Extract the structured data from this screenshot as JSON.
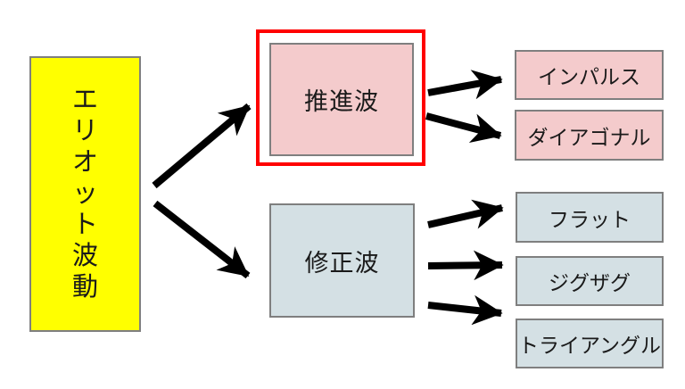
{
  "diagram": {
    "type": "flow-diagram",
    "background": "#ffffff",
    "nodes": {
      "root": {
        "label": "エリオット波動",
        "chars": [
          "エ",
          "リ",
          "オ",
          "ッ",
          "ト",
          "波",
          "動"
        ],
        "fill": "#ffff00",
        "border": "#7f7f7f"
      },
      "impulse_wave": {
        "label": "推進波",
        "fill": "#f4cbcc",
        "border": "#7f7f7f",
        "highlight_border": "#ff0000",
        "highlighted": true
      },
      "corrective_wave": {
        "label": "修正波",
        "fill": "#d4e0e4",
        "border": "#7f7f7f"
      },
      "impulse": {
        "label": "インパルス",
        "fill": "#f4cbcc",
        "border": "#7f7f7f"
      },
      "diagonal": {
        "label": "ダイアゴナル",
        "fill": "#f4cbcc",
        "border": "#7f7f7f"
      },
      "flat": {
        "label": "フラット",
        "fill": "#d4e0e4",
        "border": "#7f7f7f"
      },
      "zigzag": {
        "label": "ジグザグ",
        "fill": "#d4e0e4",
        "border": "#7f7f7f"
      },
      "triangle": {
        "label": "トライアングル",
        "fill": "#d4e0e4",
        "border": "#7f7f7f"
      }
    },
    "edges": [
      {
        "from": "root",
        "to": "impulse_wave"
      },
      {
        "from": "root",
        "to": "corrective_wave"
      },
      {
        "from": "impulse_wave",
        "to": "impulse"
      },
      {
        "from": "impulse_wave",
        "to": "diagonal"
      },
      {
        "from": "corrective_wave",
        "to": "flat"
      },
      {
        "from": "corrective_wave",
        "to": "zigzag"
      },
      {
        "from": "corrective_wave",
        "to": "triangle"
      }
    ],
    "arrow_color": "#000000"
  }
}
